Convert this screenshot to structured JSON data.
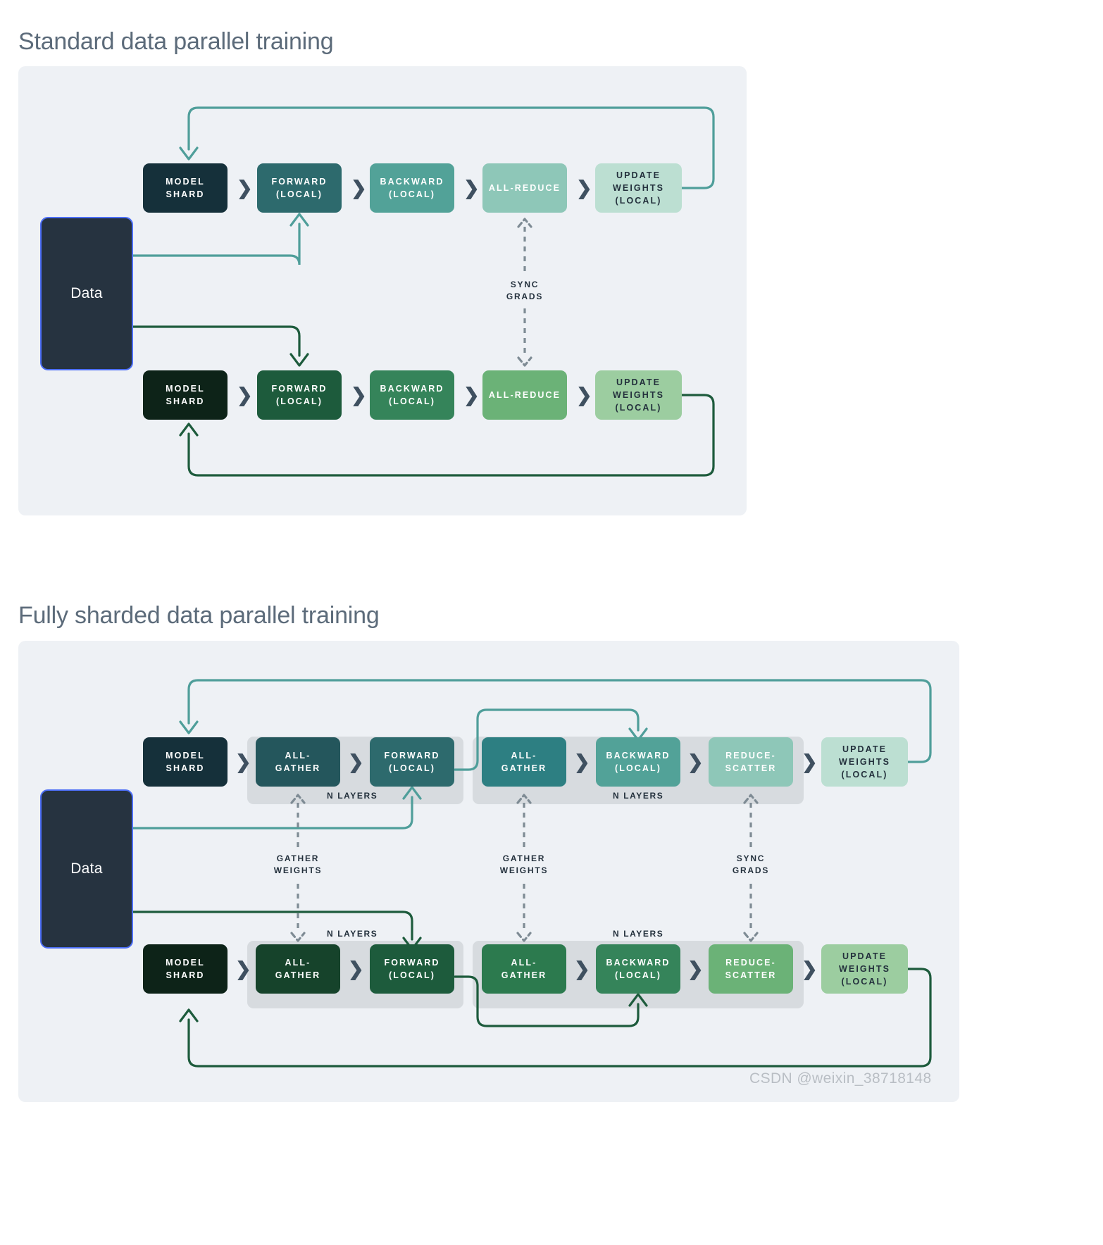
{
  "sections": [
    {
      "id": "standard",
      "title": "Standard data parallel training",
      "rows": [
        {
          "id": "std-top",
          "nodes": [
            {
              "label": "MODEL\nSHARD",
              "color": "#15303a"
            },
            {
              "label": "FORWARD\n(LOCAL)",
              "color": "#2d6a6d"
            },
            {
              "label": "BACKWARD\n(LOCAL)",
              "color": "#52a298"
            },
            {
              "label": "ALL-REDUCE",
              "color": "#8ec7b8"
            },
            {
              "label": "UPDATE\nWEIGHTS\n(LOCAL)",
              "color": "#bcdfd2"
            }
          ]
        },
        {
          "id": "std-bottom",
          "nodes": [
            {
              "label": "MODEL\nSHARD",
              "color": "#0d2318"
            },
            {
              "label": "FORWARD\n(LOCAL)",
              "color": "#1d5b3c"
            },
            {
              "label": "BACKWARD\n(LOCAL)",
              "color": "#35845a"
            },
            {
              "label": "ALL-REDUCE",
              "color": "#6bb277"
            },
            {
              "label": "UPDATE\nWEIGHTS\n(LOCAL)",
              "color": "#9ccda0"
            }
          ]
        }
      ],
      "data_label": "Data",
      "sync_label": "SYNC\nGRADS"
    },
    {
      "id": "fsdp",
      "title": "Fully sharded data parallel training",
      "rows": [
        {
          "id": "fsdp-top",
          "nodes": [
            {
              "label": "MODEL\nSHARD",
              "color": "#15303a"
            },
            {
              "label": "ALL-\nGATHER",
              "color": "#24565c"
            },
            {
              "label": "FORWARD\n(LOCAL)",
              "color": "#2d6a6d"
            },
            {
              "label": "ALL-\nGATHER",
              "color": "#2d7f82"
            },
            {
              "label": "BACKWARD\n(LOCAL)",
              "color": "#52a298"
            },
            {
              "label": "REDUCE-\nSCATTER",
              "color": "#8ec7b8"
            },
            {
              "label": "UPDATE\nWEIGHTS\n(LOCAL)",
              "color": "#bcdfd2"
            }
          ]
        },
        {
          "id": "fsdp-bottom",
          "nodes": [
            {
              "label": "MODEL\nSHARD",
              "color": "#0d2318"
            },
            {
              "label": "ALL-\nGATHER",
              "color": "#16432b"
            },
            {
              "label": "FORWARD\n(LOCAL)",
              "color": "#1d5b3c"
            },
            {
              "label": "ALL-\nGATHER",
              "color": "#2c7a4e"
            },
            {
              "label": "BACKWARD\n(LOCAL)",
              "color": "#35845a"
            },
            {
              "label": "REDUCE-\nSCATTER",
              "color": "#6bb277"
            },
            {
              "label": "UPDATE\nWEIGHTS\n(LOCAL)",
              "color": "#9ccda0"
            }
          ]
        }
      ],
      "data_label": "Data",
      "group_labels": [
        "N LAYERS",
        "N LAYERS",
        "N LAYERS",
        "N LAYERS"
      ],
      "dashed_labels": [
        "GATHER\nWEIGHTS",
        "GATHER\nWEIGHTS",
        "SYNC\nGRADS"
      ]
    }
  ],
  "chevron": "❯",
  "watermark": "CSDN @weixin_38718148",
  "colors": {
    "panel_bg": "#eef1f5",
    "group_band": "#d7dbdf",
    "title": "#5c6b7a",
    "teal_arrow": "#4f9e9a",
    "green_arrow": "#1d5b3c",
    "dashed": "#7e8b94",
    "data_box": "#263340",
    "data_border": "#4c6ef5"
  }
}
